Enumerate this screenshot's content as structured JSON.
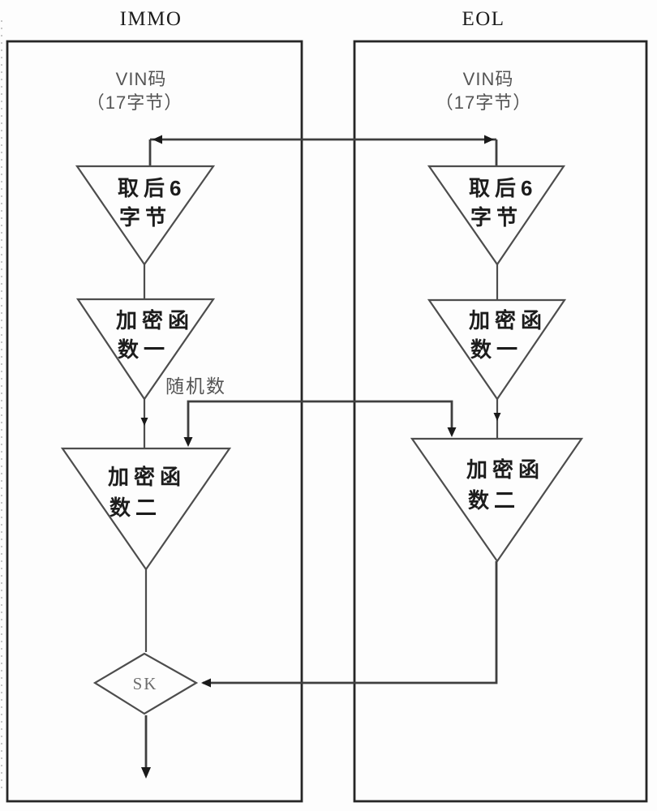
{
  "figure": {
    "immo": {
      "title": "IMMO",
      "vin": {
        "line1": "VIN码",
        "line2": "（17字节）"
      },
      "funnel_take6": {
        "line1": "取后6",
        "line2": "字节"
      },
      "funnel_encrypt1": {
        "line1": "加密函",
        "line2": "数一"
      },
      "funnel_encrypt2": {
        "line1": "加密函",
        "line2": "数二"
      },
      "decision": "SK"
    },
    "eol": {
      "title": "EOL",
      "vin": {
        "line1": "VIN码",
        "line2": "（17字节）"
      },
      "funnel_take6": {
        "line1": "取后6",
        "line2": "字节"
      },
      "funnel_encrypt1": {
        "line1": "加密函",
        "line2": "数一"
      },
      "funnel_encrypt2": {
        "line1": "加密函",
        "line2": "数二"
      }
    },
    "annotations": {
      "random_number": "随机数"
    }
  },
  "colors": {
    "paper": "#fdfdfd",
    "ink": "#1c1c1c",
    "line": "#4d4d4d",
    "heavy": "#3f3f3f",
    "box-line": "#262626",
    "arrow": "#1a1a1a",
    "muted": "#555555",
    "sk": "#6e6e6e"
  }
}
